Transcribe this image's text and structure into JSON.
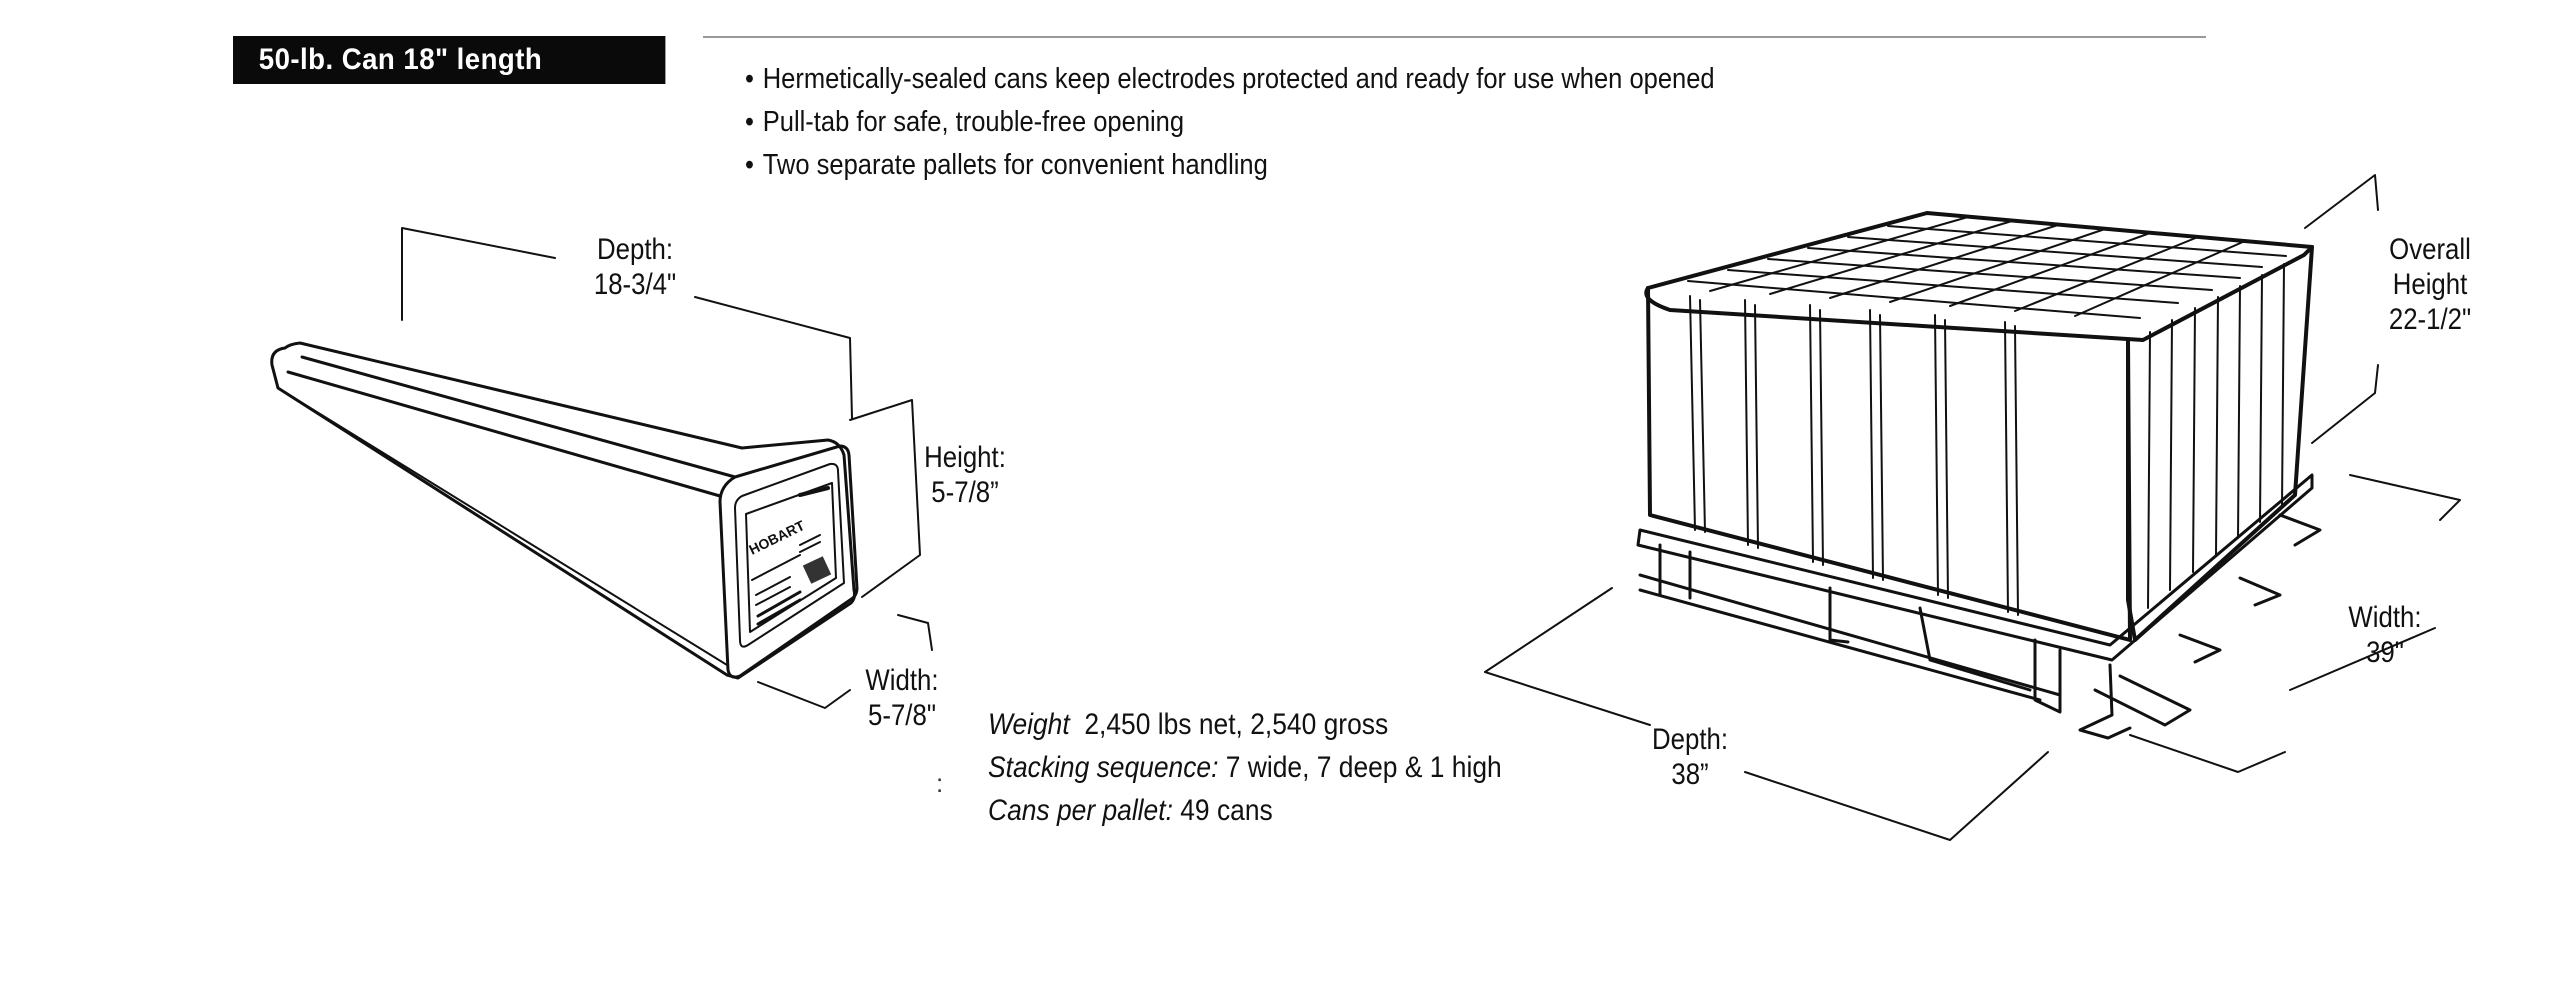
{
  "header": {
    "title": "50-lb. Can 18\" length"
  },
  "features": [
    "Hermetically-sealed cans keep electrodes protected and ready for use when opened",
    "Pull-tab for safe, trouble-free opening",
    "Two separate pallets for convenient handling"
  ],
  "can": {
    "depth_label": "Depth:",
    "depth_value": "18-3/4\"",
    "height_label": "Height:",
    "height_value": "5-7/8”",
    "width_label": "Width:",
    "width_value": "5-7/8\"",
    "brand": "HOBART"
  },
  "pallet": {
    "overall_label_1": "Overall",
    "overall_label_2": "Height",
    "overall_value": "22-1/2\"",
    "width_label": "Width:",
    "width_value": "39\"",
    "depth_label": "Depth:",
    "depth_value": "38”"
  },
  "specs": {
    "weight_label": "Weight",
    "weight_value": "2,450 lbs net, 2,540 gross",
    "stacking_label": "Stacking sequence:",
    "stacking_value": "7 wide, 7 deep & 1 high",
    "cans_label": "Cans per pallet:",
    "cans_value": "49 cans",
    "stray_colon": ":"
  },
  "colors": {
    "title_bg": "#0a0a0a",
    "title_text": "#ffffff",
    "rule": "#999999",
    "ink": "#111111"
  }
}
